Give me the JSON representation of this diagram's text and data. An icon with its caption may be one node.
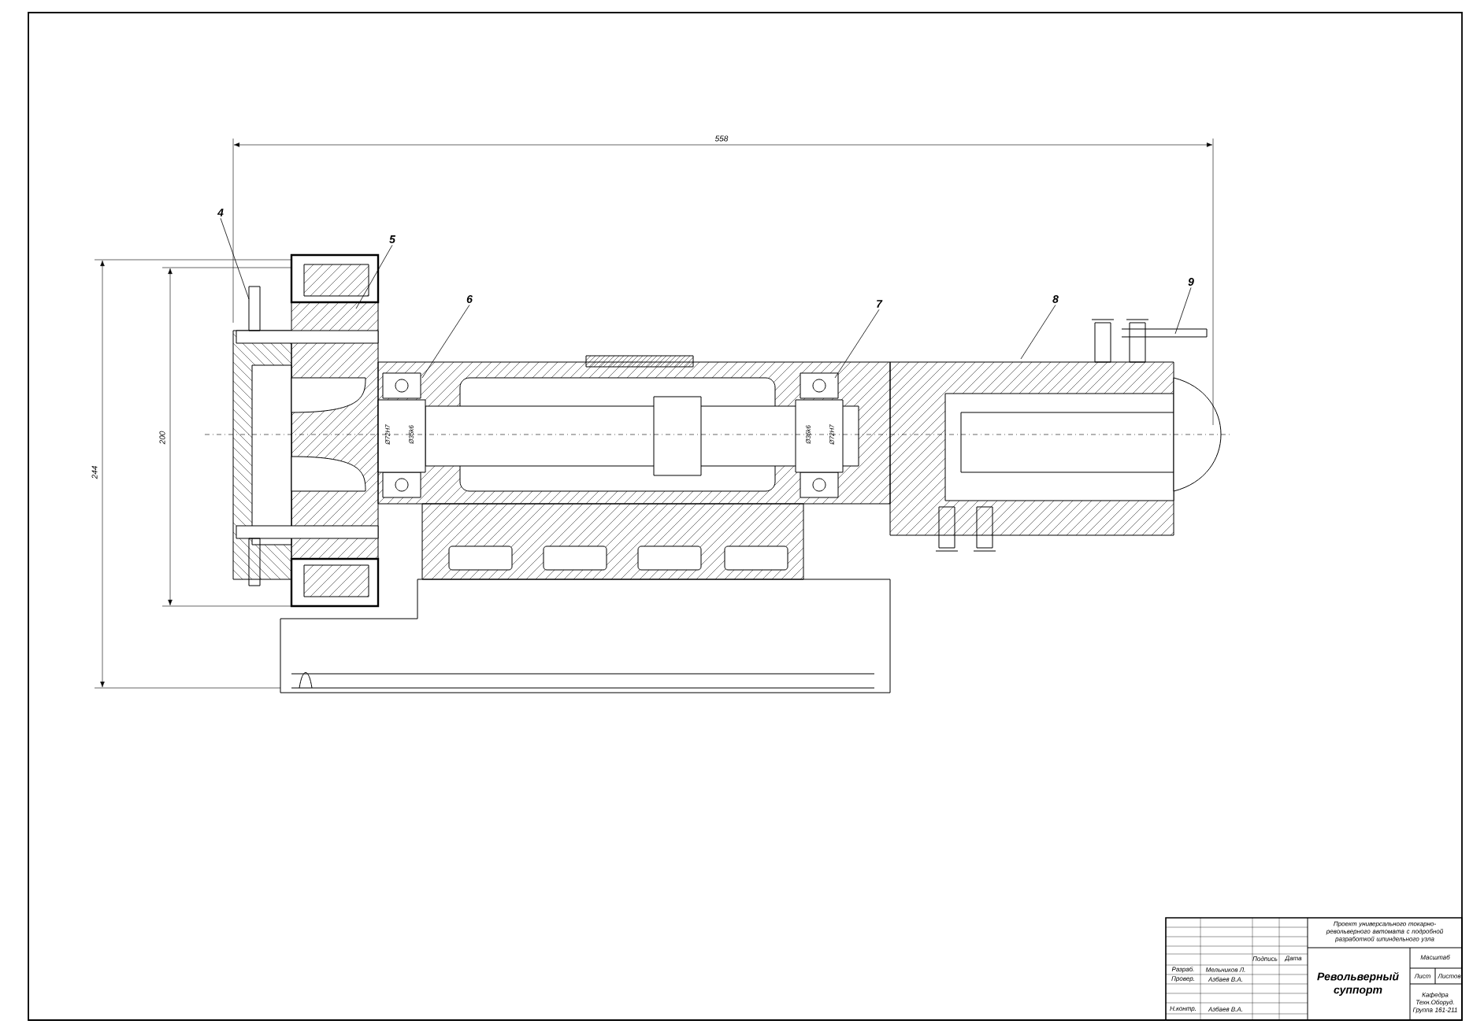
{
  "diagram": {
    "nodes": [
      {
        "text": [
          "4"
        ]
      },
      {
        "text": [
          "5"
        ]
      },
      {
        "text": [
          "6"
        ]
      },
      {
        "text": [
          "7"
        ]
      },
      {
        "text": [
          "8"
        ]
      },
      {
        "text": [
          "9"
        ]
      }
    ],
    "edges": [
      {
        "from": 0,
        "to": null,
        "arrow": "none"
      },
      {
        "from": 1,
        "to": null,
        "arrow": "none"
      },
      {
        "from": 2,
        "to": null,
        "arrow": "none"
      },
      {
        "from": 3,
        "to": null,
        "arrow": "none"
      },
      {
        "from": 4,
        "to": null,
        "arrow": "none"
      },
      {
        "from": 5,
        "to": null,
        "arrow": "none"
      }
    ],
    "labels": [
      "558",
      "244",
      "200",
      "Ø72H7",
      "Ø35k6",
      "Ø35k6",
      "Ø72H7",
      "Проект универсального токарно-револьверного автомата с подробной разработкой шпиндельного узла",
      "Подпись",
      "Дата",
      "Разраб.",
      "Мельников Л.",
      "Провер.",
      "Азбаев В.А.",
      "Револьверный суппорт",
      "Масштаб",
      "Лист",
      "Листов",
      "Н.контр.",
      "Азбаев В.А.",
      "Кафедра Техн.Оборуд. Группа 161-211"
    ]
  }
}
